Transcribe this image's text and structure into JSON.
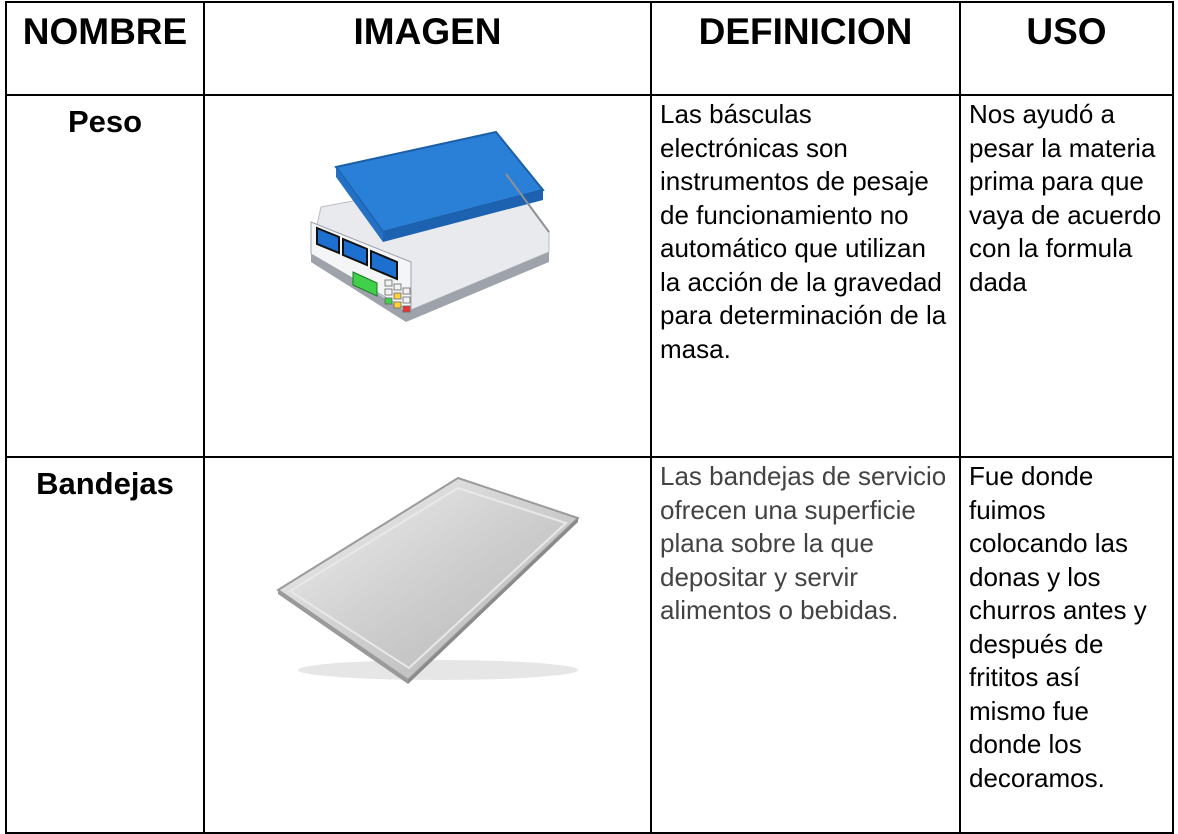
{
  "table": {
    "headers": [
      "NOMBRE",
      "IMAGEN",
      "DEFINICION",
      "USO"
    ],
    "rows": [
      {
        "name": "Peso",
        "image_icon": "electronic-scale-icon",
        "definition": "Las básculas electrónicas son instrumentos de pesaje de funcionamiento no automático que utilizan la acción de la gravedad para determinación de la masa.",
        "use": "Nos ayudó a pesar la materia prima para que vaya de acuerdo con la formula dada"
      },
      {
        "name": "Bandejas",
        "image_icon": "metal-tray-icon",
        "definition": "Las bandejas de servicio ofrecen una superficie plana sobre la que depositar y servir alimentos o bebidas.",
        "use": "Fue donde fuimos colocando las donas y los churros antes y después de frititos así mismo fue donde los decoramos."
      }
    ]
  },
  "colors": {
    "scale_pan": "#2a7fd6",
    "scale_display": "#1d6fd0",
    "tray": "#c9c9c9",
    "text_soft": "#434343"
  }
}
